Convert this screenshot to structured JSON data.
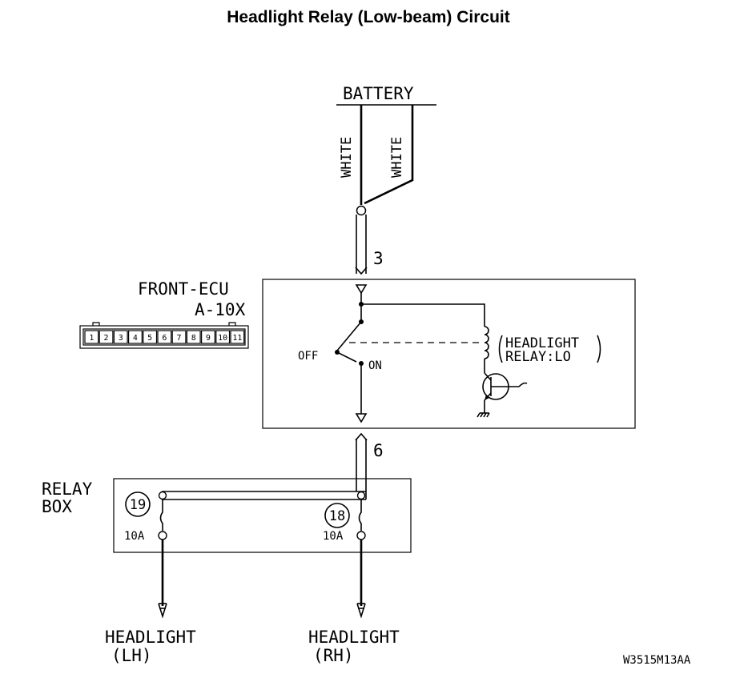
{
  "title": "Headlight Relay (Low-beam) Circuit",
  "battery": {
    "label": "BATTERY",
    "wire_left": "WHITE",
    "wire_right": "WHITE"
  },
  "connector_top": {
    "pin": "3"
  },
  "connector_bottom": {
    "pin": "6"
  },
  "ecu": {
    "name": "FRONT-ECU",
    "connector": "A-10X",
    "pins": [
      "1",
      "2",
      "3",
      "4",
      "5",
      "6",
      "7",
      "8",
      "9",
      "10",
      "11"
    ],
    "switch_off": "OFF",
    "switch_on": "ON",
    "relay_line1": "HEADLIGHT",
    "relay_line2": "RELAY:LO"
  },
  "relay_box": {
    "line1": "RELAY",
    "line2": "BOX",
    "fuse_left": {
      "number": "19",
      "rating": "10A"
    },
    "fuse_right": {
      "number": "18",
      "rating": "10A"
    }
  },
  "outputs": {
    "left": {
      "line1": "HEADLIGHT",
      "line2": "(LH)"
    },
    "right": {
      "line1": "HEADLIGHT",
      "line2": "(RH)"
    }
  },
  "figure_code": "W3515M13AA"
}
